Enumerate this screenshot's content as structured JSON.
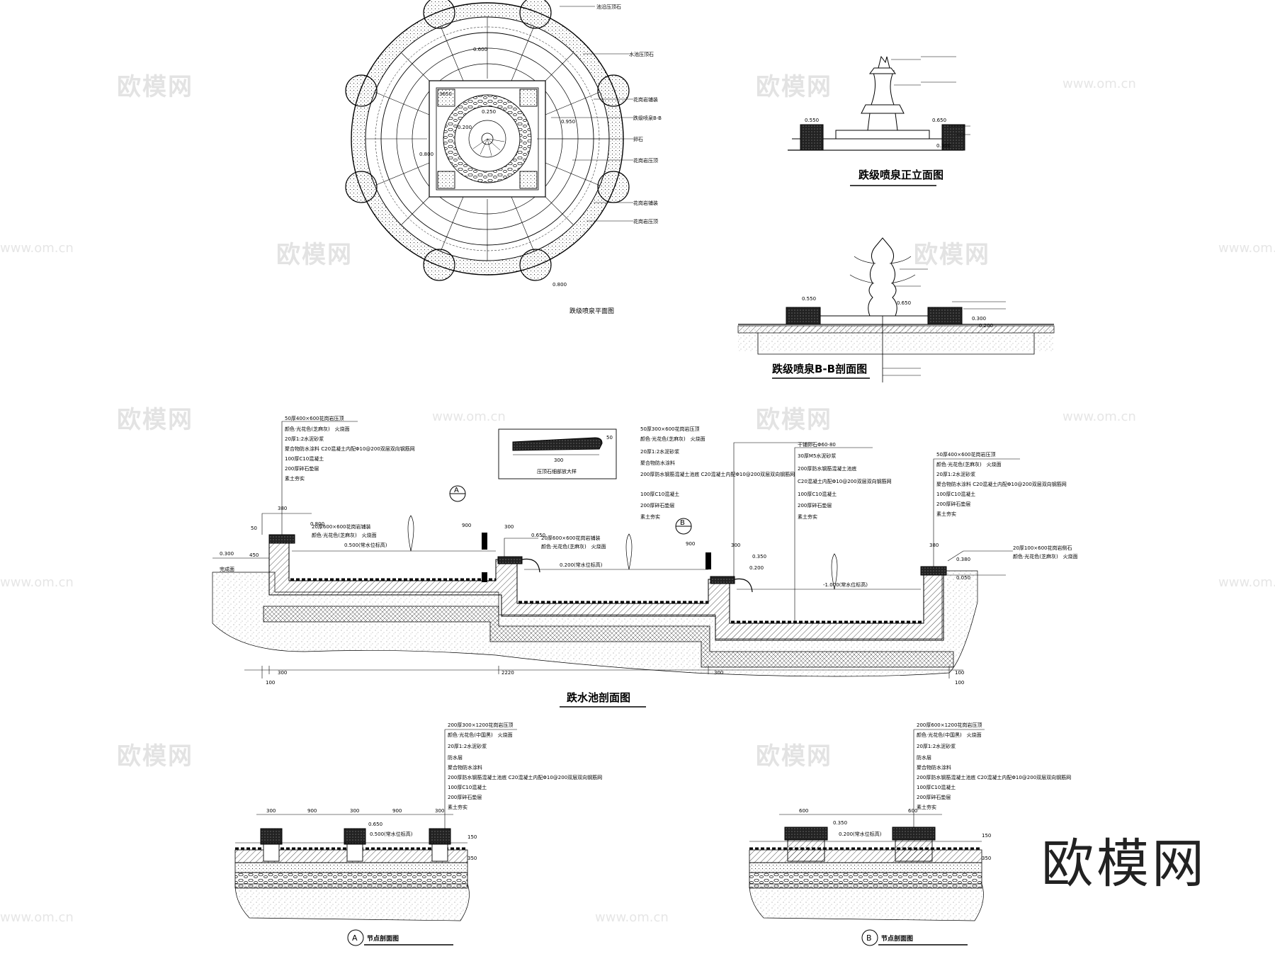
{
  "watermark": {
    "text": "欧模网",
    "url": "www.om.cn"
  },
  "brand_watermark": "欧模网",
  "plan": {
    "caption": "跌级喷泉平面图",
    "dims": [
      "3650",
      "0.250",
      "0.200",
      "0.800",
      "0.600",
      "0.950",
      "0.800"
    ]
  },
  "elevation": {
    "title": "跌级喷泉正立面图",
    "dims": [
      "0.550",
      "0.650",
      "0.300"
    ]
  },
  "section_bb": {
    "title": "跌级喷泉B-B剖面图",
    "dims": [
      "0.550",
      "0.650",
      "0.300",
      "0.200"
    ]
  },
  "pool_section": {
    "title": "跌水池剖面图",
    "coping_detail": {
      "dim_width": "300",
      "dim_height": "50",
      "label": "压顶石细部放大样"
    },
    "callouts_left": [
      "50厚400×600花岗岩压顶",
      "颜色·光花色(芝麻灰)　火烧面",
      "20厚1:2水泥砂浆",
      "聚合物防水涂料 C20混凝土内配Φ10@200双层双向钢筋网",
      "100厚C10混凝土",
      "200厚碎石垫层",
      "素土夯实"
    ],
    "callouts_mid": [
      "50厚300×600花岗岩压顶",
      "颜色·光花色(芝麻灰)　火烧面",
      "20厚1:2水泥砂浆",
      "聚合物防水涂料",
      "200厚防水钢筋混凝土池底 C20混凝土内配Φ10@200双层双向钢筋网",
      "100厚C10混凝土",
      "200厚碎石垫层",
      "素土夯实"
    ],
    "callouts_right_a": [
      "干铺卵石Φ60-80",
      "30厚M5水泥砂浆",
      "200厚防水钢筋混凝土池底",
      "C20混凝土内配Φ10@200双层双向钢筋网",
      "100厚C10混凝土",
      "200厚碎石垫层",
      "素土夯实"
    ],
    "callouts_right_b": [
      "50厚400×600花岗岩压顶",
      "颜色·光花色(芝麻灰)　火烧面",
      "20厚1:2水泥砂浆",
      "聚合物防水涂料 C20混凝土内配Φ10@200双层双向钢筋网",
      "100厚C10混凝土",
      "200厚碎石垫层",
      "素土夯实"
    ],
    "notes": [
      "20厚600×600花岗岩铺装",
      "颜色·光花色(芝麻灰)　火烧面",
      "20厚600×600花岗岩铺装",
      "颜色·光花色(芝麻灰)　火烧面",
      "20厚100×600花岗岩侧石",
      "颜色·光花色(芝麻灰)　火烧面"
    ],
    "levels": [
      "0.300",
      "0.800",
      "0.500(常水位标高)",
      "0.650",
      "0.200(常水位标高)",
      "0.350",
      "-1.000(常水位标高)",
      "0.380",
      "0.050",
      "0.200"
    ],
    "dims": [
      "50",
      "380",
      "450",
      "900",
      "300",
      "900",
      "300",
      "380",
      "100",
      "100",
      "300",
      "2220",
      "300",
      "100"
    ],
    "markers": {
      "a": "A",
      "b": "B"
    },
    "ground_label": "完成面"
  },
  "node_a": {
    "title": "节点剖面图",
    "marker": "A",
    "callouts": [
      "200厚300×1200花岗岩压顶",
      "颜色·光花色(中国黑)　火烧面",
      "20厚1:2水泥砂浆",
      "防水层",
      "聚合物防水涂料",
      "200厚防水钢筋混凝土池底 C20混凝土内配Φ10@200双层双向钢筋网",
      "100厚C10混凝土",
      "200厚碎石垫层",
      "素土夯实"
    ],
    "dims": [
      "300",
      "900",
      "300",
      "900",
      "300"
    ],
    "levels": [
      "0.650",
      "0.500(常水位标高)",
      "150",
      "350"
    ]
  },
  "node_b": {
    "title": "节点剖面图",
    "marker": "B",
    "callouts": [
      "200厚600×1200花岗岩压顶",
      "颜色·光花色(中国黑)　火烧面",
      "20厚1:2水泥砂浆",
      "防水层",
      "聚合物防水涂料",
      "200厚防水钢筋混凝土池底 C20混凝土内配Φ10@200双层双向钢筋网",
      "100厚C10混凝土",
      "200厚碎石垫层",
      "素土夯实"
    ],
    "dims": [
      "600",
      "600"
    ],
    "levels": [
      "0.350",
      "0.200(常水位标高)",
      "150",
      "350"
    ]
  }
}
